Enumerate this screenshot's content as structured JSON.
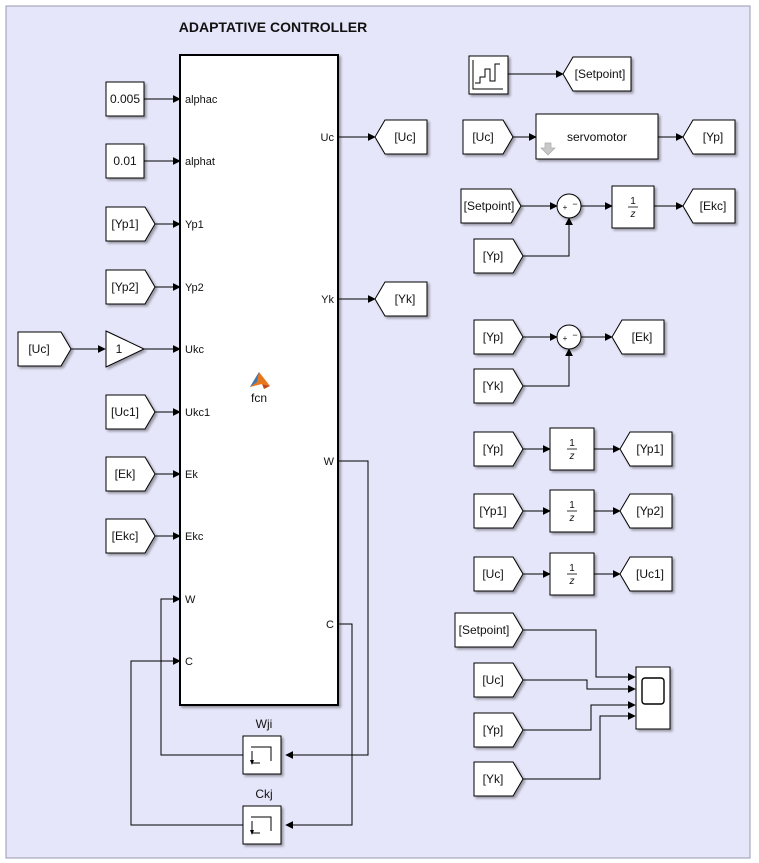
{
  "title": "ADAPTATIVE CONTROLLER",
  "fcn_block": {
    "name": "fcn",
    "inputs": [
      "alphac",
      "alphat",
      "Yp1",
      "Yp2",
      "Ukc",
      "Ukc1",
      "Ek",
      "Ekc",
      "W",
      "C"
    ],
    "outputs": [
      "Uc",
      "Yk",
      "W",
      "C"
    ]
  },
  "constants": {
    "alphac": "0.005",
    "alphat": "0.01"
  },
  "from_tags": {
    "yp1_in": "[Yp1]",
    "yp2_in": "[Yp2]",
    "uc_in": "[Uc]",
    "uc1_in": "[Uc1]",
    "ek_in": "[Ek]",
    "ekc_in": "[Ekc]",
    "servo_in": "[Uc]",
    "sum1_a": "[Setpoint]",
    "sum1_b": "[Yp]",
    "sum2_a": "[Yp]",
    "sum2_b": "[Yk]",
    "d1_in": "[Yp]",
    "d2_in": "[Yp1]",
    "d3_in": "[Uc]",
    "scope_a": "[Setpoint]",
    "scope_b": "[Uc]",
    "scope_c": "[Yp]",
    "scope_d": "[Yk]"
  },
  "goto_tags": {
    "uc_out": "[Uc]",
    "yk_out": "[Yk]",
    "setpoint_out": "[Setpoint]",
    "yp_out": "[Yp]",
    "ekc_out": "[Ekc]",
    "ek_out": "[Ek]",
    "yp1_out": "[Yp1]",
    "yp2_out": "[Yp2]",
    "uc1_out": "[Uc1]"
  },
  "gain": "1",
  "servomotor": "servomotor",
  "memory_labels": {
    "w": "Wji",
    "c": "Ckj"
  },
  "sum_signs": {
    "plus": "+",
    "minus": "−"
  },
  "unit_delay": {
    "num": "1",
    "den": "z"
  },
  "colors": {
    "background": "#e6e6fa",
    "border": "#9a9ab0",
    "matlab_icon": "#e8761a"
  }
}
